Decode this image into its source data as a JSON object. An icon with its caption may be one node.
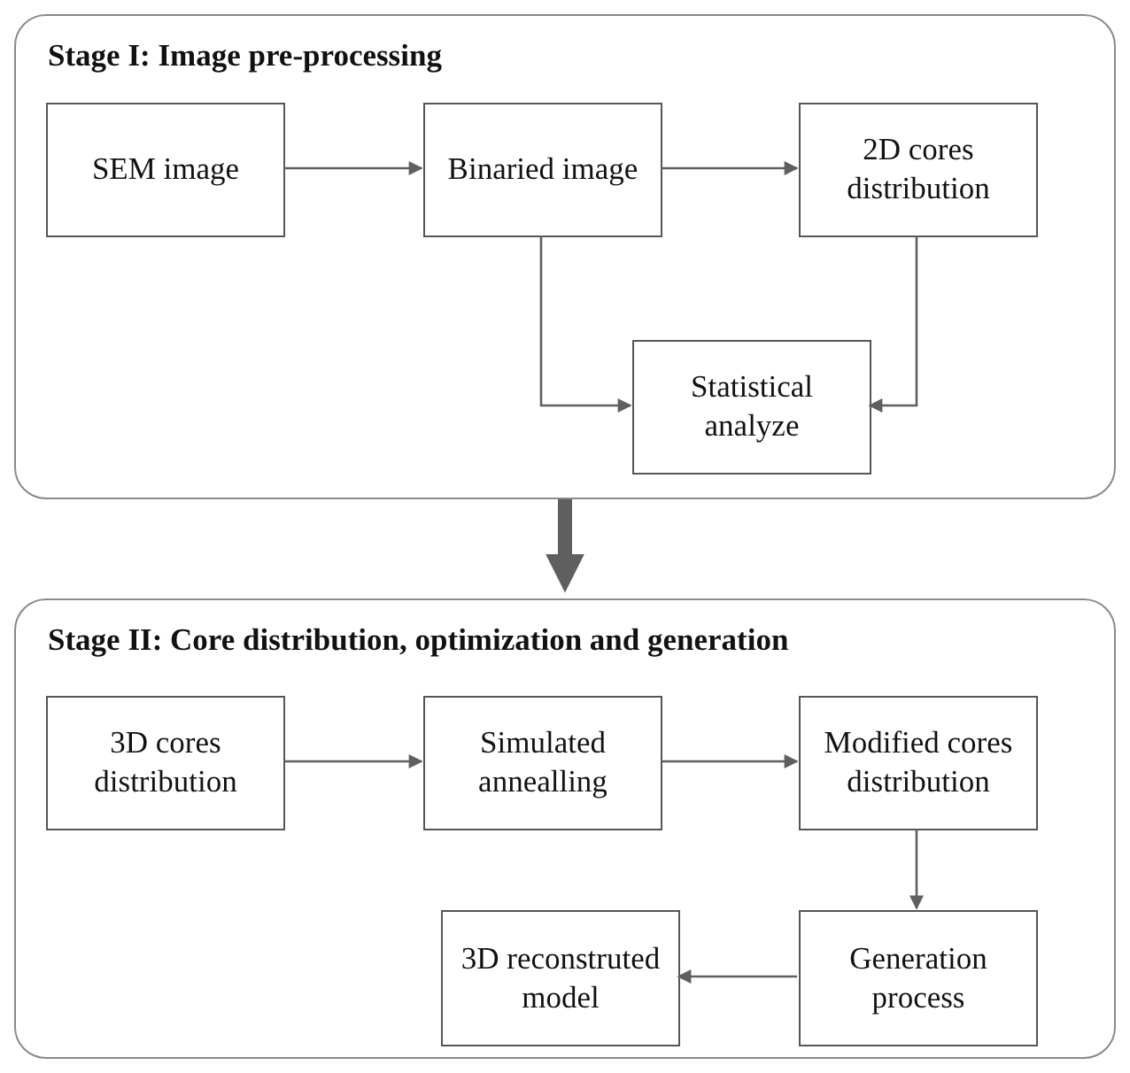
{
  "diagram": {
    "nodes": [
      {
        "text": [
          "Stage I: Image pre-processing"
        ]
      },
      {
        "text": [
          "SEM image"
        ],
        "in": 0
      },
      {
        "text": [
          "Binaried image"
        ],
        "in": 0
      },
      {
        "text": [
          "2D cores distribution"
        ],
        "in": 0
      },
      {
        "text": [
          "Statistical analyze"
        ],
        "in": 0
      },
      {
        "text": [
          "Stage II: Core distribution, optimization and generation"
        ]
      },
      {
        "text": [
          "3D cores distribution"
        ],
        "in": 5
      },
      {
        "text": [
          "Simulated annealling"
        ],
        "in": 5
      },
      {
        "text": [
          "Modified cores distribution"
        ],
        "in": 5
      },
      {
        "text": [
          "Generation process"
        ],
        "in": 5
      },
      {
        "text": [
          "3D reconstruted model"
        ],
        "in": 5
      }
    ],
    "edges": [
      {
        "from": 1,
        "to": 2,
        "arrow": "to"
      },
      {
        "from": 2,
        "to": 3,
        "arrow": "to"
      },
      {
        "from": 2,
        "to": 4,
        "arrow": "to"
      },
      {
        "from": 3,
        "to": 4,
        "arrow": "to"
      },
      {
        "from": 0,
        "to": 5,
        "arrow": "to",
        "style": "thick"
      },
      {
        "from": 6,
        "to": 7,
        "arrow": "to"
      },
      {
        "from": 7,
        "to": 8,
        "arrow": "to"
      },
      {
        "from": 8,
        "to": 9,
        "arrow": "to"
      },
      {
        "from": 9,
        "to": 10,
        "arrow": "to"
      }
    ]
  }
}
